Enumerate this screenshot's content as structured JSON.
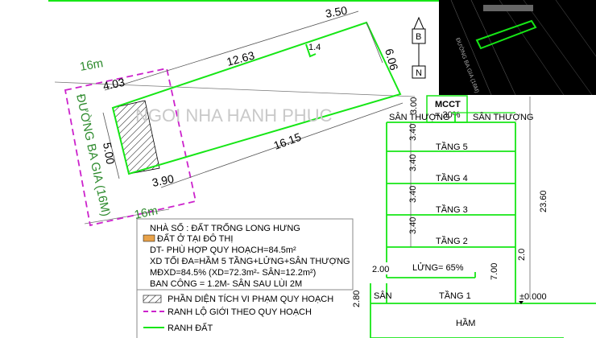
{
  "plan": {
    "dims": {
      "top_right_width": "3.50",
      "right_depth": "6.06",
      "top_length": "12.63",
      "front_top": "4.03",
      "side": "1.4",
      "front_left": "5.00",
      "bottom_length": "16.15",
      "front_bottom": "3.90"
    },
    "road_label": "ĐƯỜNG BA GIA (16M)",
    "road_width_top": "16m",
    "road_width_bottom": "16m",
    "watermark": "NGOI NHA HANH PHUC"
  },
  "compass": {
    "north_label": "B",
    "south_label": "N"
  },
  "minimap": {
    "road_label": "ĐƯỜNG BA GIA (16M)"
  },
  "section": {
    "mcct_label": "MCCT",
    "mcct_value": "= 30%",
    "roof_left": "SÂN THƯỢNG",
    "roof_right": "SÂN THƯỢNG",
    "roof_height": "3.00",
    "floor_height": "3.40",
    "floors": [
      "TẦNG 5",
      "TẦNG 4",
      "TẦNG 3",
      "TẦNG 2"
    ],
    "mezzanine": "LỬNG= 65%",
    "ground": "TẦNG 1",
    "basement": "HẦM",
    "yard": "SÂN",
    "total_height": "23.60",
    "ground_height": "7.00",
    "setback": "2.00",
    "yard_height": "2.80",
    "right_small": "2.0",
    "level_zero": "±0.000"
  },
  "legend": {
    "title": "NHÀ SỐ : ĐẤT TRỐNG LONG HƯNG",
    "urban": "ĐẤT Ở TẠI ĐÔ THỊ",
    "area": "DT- PHÙ HỢP QUY HOẠCH=84.5m²",
    "max_build": "XD TỐI ĐA=HẦM 5 TẦNG+LỬNG+SÂN THƯỢNG",
    "density": "MĐXD=84.5% (XD=72.3m²- SÂN=12.2m²)",
    "balcony": "BAN CÔNG = 1.2M- SÂN SAU LÙI 2M",
    "violation": "PHẦN DIỆN TÍCH VI PHẠM QUY HOẠCH",
    "boundary_plan": "RANH LỘ GIỚI THEO QUY HOẠCH",
    "boundary_land": "RANH ĐẤT"
  },
  "colors": {
    "lot_green": "#16e616",
    "road_magenta": "#cc22cc",
    "swatch_orange": "#e8a24a"
  }
}
